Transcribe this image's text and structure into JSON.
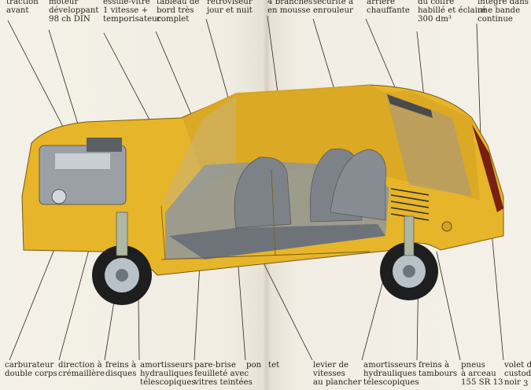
{
  "labels_top": [
    {
      "id": "top-traction",
      "text": "traction\navant"
    },
    {
      "id": "top-moteur",
      "text": "moteur\ndéveloppant\n98 ch DIN"
    },
    {
      "id": "top-essuie",
      "text": "essuie-vitre\n1 vitesse +\ntemporisateur"
    },
    {
      "id": "top-tableau",
      "text": "tableau de\nbord très\ncomplet"
    },
    {
      "id": "top-retroviseur",
      "text": "rétroviseur\njour et nuit"
    },
    {
      "id": "top-branches",
      "text": "4 branches\nen mousse"
    },
    {
      "id": "top-securite",
      "text": "sécurité à\nenrouleur"
    },
    {
      "id": "top-arriere",
      "text": "arrière\nchauffante"
    },
    {
      "id": "top-coffre",
      "text": "du coffre\nhabillé et éclairé\n300 dm³"
    },
    {
      "id": "top-integre",
      "text": "intégré dans\nune bande\ncontinue"
    }
  ],
  "labels_bottom": [
    {
      "id": "bot-carburateur",
      "text": "carburateur\ndouble corps"
    },
    {
      "id": "bot-direction",
      "text": "direction à\ncrémaillère"
    },
    {
      "id": "bot-freins-disques",
      "text": "freins à\ndisques"
    },
    {
      "id": "bot-amortisseurs-av",
      "text": "amortisseurs\nhydrauliques\ntélescopiques"
    },
    {
      "id": "bot-pare-brise",
      "text": "pare-brise\nfeuilleté avec\nvitres teintées"
    },
    {
      "id": "bot-pon",
      "text": "pon"
    },
    {
      "id": "bot-tet",
      "text": "tet"
    },
    {
      "id": "bot-levier",
      "text": "levier de\nvitesses\nau plancher"
    },
    {
      "id": "bot-amortisseurs-ar",
      "text": "amortisseurs\nhydrauliques\ntélescopiques"
    },
    {
      "id": "bot-freins-tambours",
      "text": "freins à\ntambours"
    },
    {
      "id": "bot-pneus",
      "text": "pneus\nà arceau\n155 SR 13"
    },
    {
      "id": "bot-volet",
      "text": "volet de\ncustode\nnoir"
    }
  ],
  "page_number": "3",
  "colors": {
    "body": "#e6b52a",
    "body_dark": "#b98716",
    "interior": "#8f969c",
    "tire": "#1e1e1e",
    "rim": "#b8c2c8"
  }
}
